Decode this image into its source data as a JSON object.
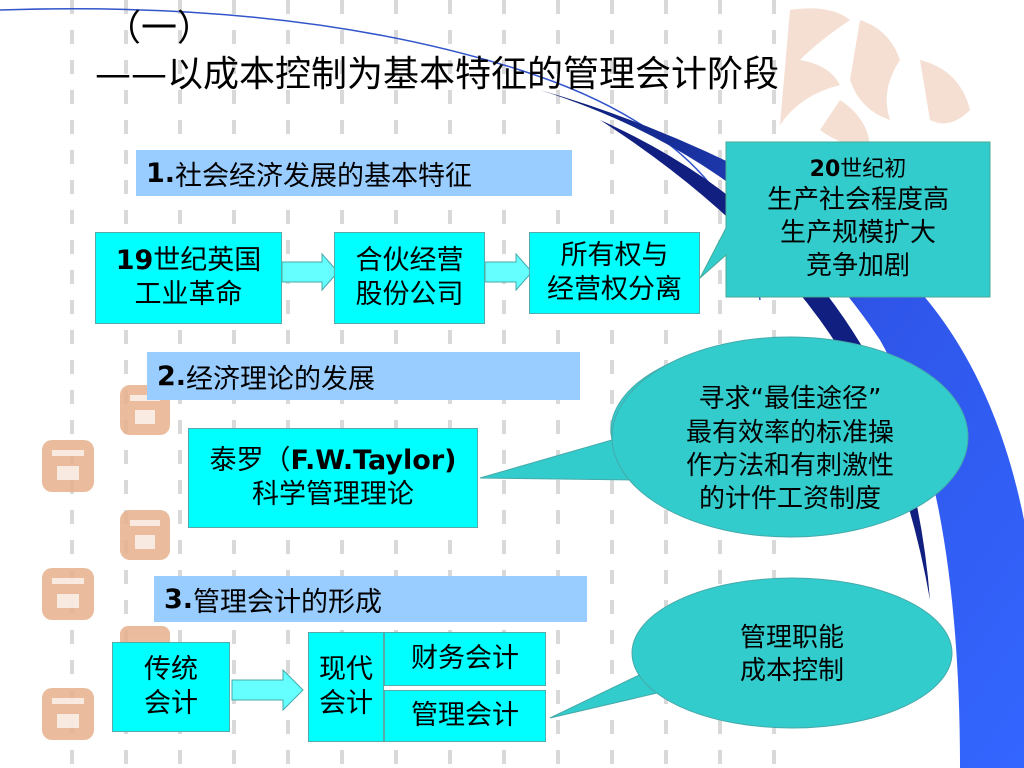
{
  "title": {
    "line1": "（一）",
    "line2": "——以成本控制为基本特征的管理会计阶段"
  },
  "section1": {
    "number": "1.",
    "label": "社会经济发展的基本特征",
    "box_revolution": {
      "num": "19",
      "line1_rest": "世纪英国",
      "line2": "工业革命"
    },
    "box_partnership": {
      "line1": "合伙经营",
      "line2": "股份公司"
    },
    "box_separation": {
      "line1": "所有权与",
      "line2": "经营权分离"
    },
    "callout": {
      "num": "20",
      "line1_rest": "世纪初",
      "line2": "生产社会程度高",
      "line3": "生产规模扩大",
      "line4": "竞争加剧"
    }
  },
  "section2": {
    "number": "2.",
    "label": "经济理论的发展",
    "box_taylor": {
      "prefix": "泰罗（",
      "name": "F.W.Taylor)",
      "line2": "科学管理理论"
    },
    "callout": {
      "line1": "寻求“最佳途径”",
      "line2": "最有效率的标准操",
      "line3": "作方法和有刺激性",
      "line4": "的计件工资制度"
    }
  },
  "section3": {
    "number": "3.",
    "label": "管理会计的形成",
    "box_traditional": {
      "line1": "传统",
      "line2": "会计"
    },
    "box_modern": {
      "line1": "现代",
      "line2": "会计"
    },
    "box_financial": "财务会计",
    "box_management": "管理会计",
    "callout": {
      "line1": "管理职能",
      "line2": "成本控制"
    }
  },
  "colors": {
    "cyan_box": "#00ffff",
    "teal_box": "#33cccc",
    "header_bar": "#99ccff",
    "arrow_fill": "#66ffff",
    "blue_swoosh": "#3366ff",
    "navy_swoosh": "#1a2a8c"
  },
  "icons": [
    "auspicious-seal-icon",
    "arrow-right-icon"
  ]
}
